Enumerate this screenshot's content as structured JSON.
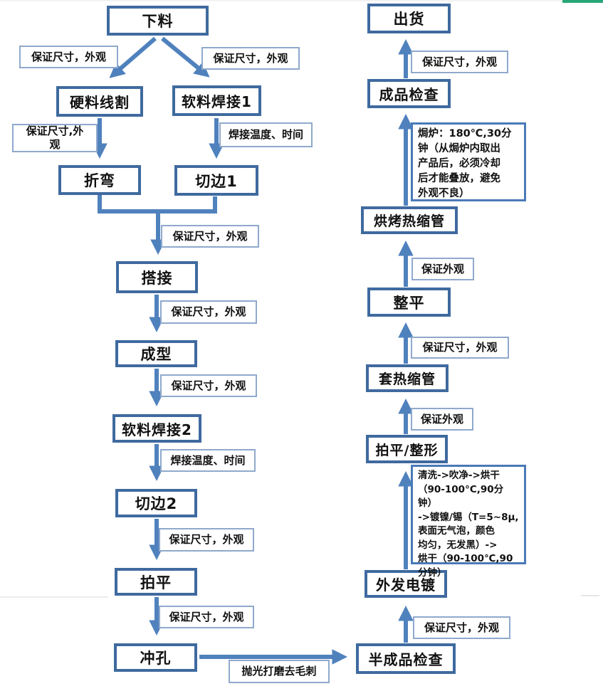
{
  "flowchart": {
    "title": "manufacturing-process-flowchart",
    "colors": {
      "arrow": "#4f81bd",
      "node_border": "#3f6a9f",
      "label_border": "#8fa9cc",
      "long_label_border": "#4a7ab8",
      "topbar_green": "#27a776"
    },
    "nodes": [
      {
        "label": "下料"
      },
      {
        "label": "硬料线割"
      },
      {
        "label": "软料焊接1"
      },
      {
        "label": "折弯"
      },
      {
        "label": "切边1"
      },
      {
        "label": "搭接"
      },
      {
        "label": "成型"
      },
      {
        "label": "软料焊接2"
      },
      {
        "label": "切边2"
      },
      {
        "label": "拍平"
      },
      {
        "label": "冲孔"
      },
      {
        "label": "半成品检查"
      },
      {
        "label": "外发电镀"
      },
      {
        "label": "拍平/整形"
      },
      {
        "label": "套热缩管"
      },
      {
        "label": "整平"
      },
      {
        "label": "烘烤热缩管"
      },
      {
        "label": "成品检查"
      },
      {
        "label": "出货"
      }
    ],
    "edge_labels": [
      {
        "text": "保证尺寸，外观"
      },
      {
        "text": "保证尺寸，外观"
      },
      {
        "text": "保证尺寸,外\n观"
      },
      {
        "text": "焊接温度、时间"
      },
      {
        "text": "保证尺寸，外观"
      },
      {
        "text": "保证尺寸，外观"
      },
      {
        "text": "保证尺寸，外观"
      },
      {
        "text": "焊接温度、时间"
      },
      {
        "text": "保证尺寸，外观"
      },
      {
        "text": "保证尺寸，外观"
      },
      {
        "text": "抛光打磨去毛刺"
      },
      {
        "text": "保证尺寸，外观"
      },
      {
        "text": "清洗->吹净->烘干\n（90-100°C,90分钟）\n->镀镍/锡（T=5~8µ,\n表面无气泡，颜色\n均匀，无发黑）->\n烘干（90-100℃,90\n分钟）"
      },
      {
        "text": "保证外观"
      },
      {
        "text": "保证尺寸，外观"
      },
      {
        "text": "保证外观"
      },
      {
        "text": "焗炉：180℃,30分\n钟（从焗炉内取出\n产品后，必须冷却\n后才能叠放，避免\n外观不良）"
      },
      {
        "text": "保证尺寸，外观"
      }
    ]
  }
}
